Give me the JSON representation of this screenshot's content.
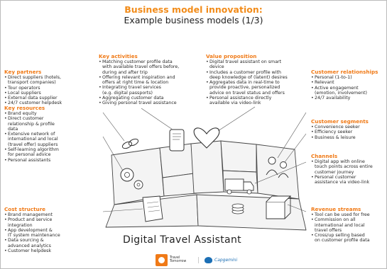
{
  "title": {
    "line1": "Business model innovation:",
    "line2": "Example business models (1/3)"
  },
  "key_partners": {
    "heading": "Key partners",
    "items": [
      "Direct suppliers (hotels,",
      "transport companies)",
      "Tour operators",
      "Local suppliers",
      "External data supplier",
      "24/7 customer helpdesk"
    ]
  },
  "key_resources": {
    "heading": "Key resources",
    "items": [
      "Brand equity",
      "Direct customer",
      "relationship & profile",
      "data",
      "Extensive network of",
      "international and local",
      "(travel offer) suppliers",
      "Self-learning algorithm",
      "for personal advice",
      "Personal assistants"
    ]
  },
  "cost_structure": {
    "heading": "Cost structure",
    "items": [
      "Brand management",
      "Product and service",
      "integration",
      "App development &",
      "IT system maintenance",
      "Data sourcing &",
      "advanced analytics",
      "Customer helpdesk"
    ]
  },
  "key_activities": {
    "heading": "Key activities",
    "items": [
      "Matching customer profile data",
      "with available travel offers before,",
      "during and after trip",
      "Offering relevant inspiration and",
      "offers at right time & location",
      "Integrating travel services",
      "(e.g. digital passports)",
      "Aggregating customer data",
      "Giving personal travel assistance"
    ]
  },
  "value_proposition": {
    "heading": "Value proposition",
    "items": [
      "Digital travel assistant on smart",
      "device",
      "Includes a customer profile with",
      "deep knowledge of (latent) desires",
      "Aggregates data in real-time to",
      "provide proactive, personalized",
      "advice on travel status and offers",
      "Personal assistance directly",
      "available via video-link"
    ]
  },
  "customer_relationships": {
    "heading": "Customer relationships",
    "items": [
      "Personal (1-to-1)",
      "Relevant",
      "Active engagement",
      "(emotion, involvement)",
      "24/7 availability"
    ]
  },
  "customer_segments": {
    "heading": "Customer segments",
    "items": [
      "Convenience seeker",
      "Efficiency seeker",
      "Business & leisure"
    ]
  },
  "channels": {
    "heading": "Channels",
    "items": [
      "Digital app with online",
      "touch points across entire",
      "customer journey",
      "Personal customer",
      "assistance via video-link"
    ]
  },
  "revenue_streams": {
    "heading": "Revenue streams",
    "items": [
      "Tool can be used for free",
      "Commission on all",
      "international and local",
      "travel offers",
      "Cross/up selling based",
      "on customer profile data"
    ]
  },
  "caption": "Digital Travel Assistant",
  "logos": {
    "logo1_text": "Travel Tomorrow",
    "logo2_text": "Capgemini",
    "logo1_icon": "travel-tomorrow-logo",
    "logo2_icon": "capgemini-spade-logo"
  },
  "colors": {
    "accent": "#f07a17",
    "title_accent": "#f28c1a",
    "text": "#222222",
    "logo_blue": "#1c6fb5"
  }
}
